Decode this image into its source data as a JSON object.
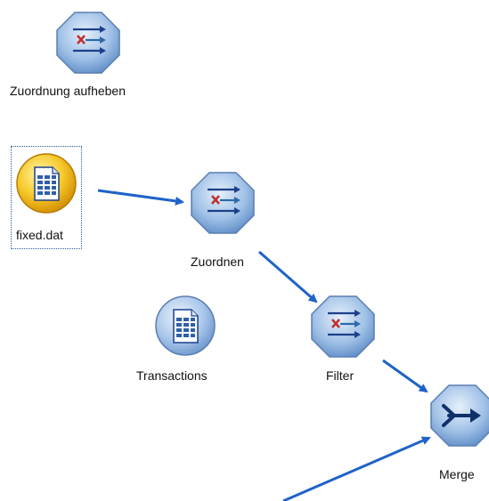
{
  "canvas": {
    "background": "#ffffff",
    "link_color": "#1e63c8"
  },
  "nodes": {
    "unmap": {
      "label": "Zuordnung aufheben",
      "icon": "field-operations-hex-icon"
    },
    "fixed": {
      "label": "fixed.dat",
      "icon": "file-source-circle-icon",
      "selected": true
    },
    "map": {
      "label": "Zuordnen",
      "icon": "field-operations-hex-icon"
    },
    "transactions": {
      "label": "Transactions",
      "icon": "file-source-circle-icon"
    },
    "filter": {
      "label": "Filter",
      "icon": "field-operations-hex-icon"
    },
    "merge": {
      "label": "Merge",
      "icon": "merge-hex-icon"
    }
  }
}
